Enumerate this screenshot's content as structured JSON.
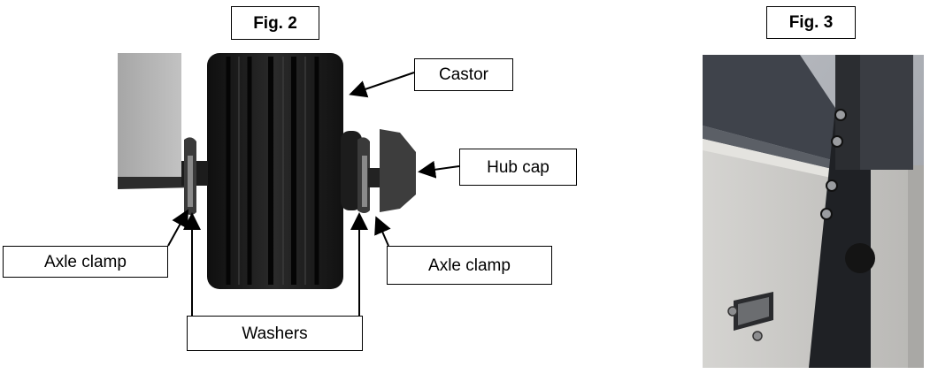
{
  "figures": [
    {
      "label": "Fig. 2"
    },
    {
      "label": "Fig. 3"
    }
  ],
  "callouts": {
    "castor": "Castor",
    "hub_cap": "Hub cap",
    "axle_clamp_left": "Axle clamp",
    "axle_clamp_right": "Axle clamp",
    "washers": "Washers"
  },
  "colors": {
    "tyre": "#1a1a1a",
    "frame_grey": "#b5b5b5",
    "panel_grey": "#c9c9c7",
    "dark_grey": "#3c3f45"
  }
}
